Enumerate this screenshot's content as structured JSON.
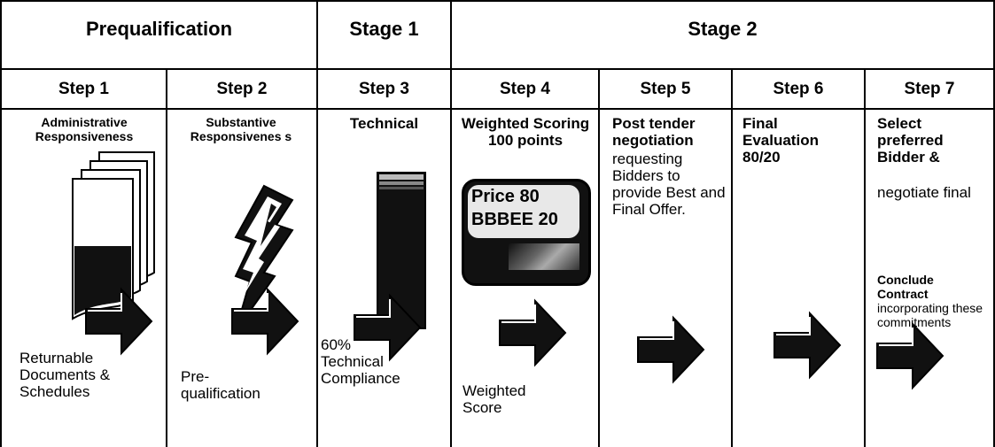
{
  "phases": {
    "prequalification": "Prequalification",
    "stage1": "Stage 1",
    "stage2": "Stage 2"
  },
  "steps": [
    {
      "label": "Step 1",
      "heading": "Administrative Responsiveness",
      "footer": "Returnable Documents &\nSchedules"
    },
    {
      "label": "Step 2",
      "heading": "Substantive Responsivenes s",
      "footer": "Pre-\nqualification"
    },
    {
      "label": "Step 3",
      "heading": "Technical",
      "footer": "60%\nTechnical\nCompliance"
    },
    {
      "label": "Step 4",
      "heading": "Weighted Scoring 100 points",
      "footer": "Weighted\nScore",
      "box_lines": [
        "Price 80",
        "BBBEE 20"
      ]
    },
    {
      "label": "Step 5",
      "heading_bold": "Post tender negotiation",
      "body": "requesting Bidders to provide Best and Final Offer."
    },
    {
      "label": "Step 6",
      "heading": "Final Evaluation 80/20"
    },
    {
      "label": "Step 7",
      "heading": "Select preferred Bidder &",
      "body": "negotiate final",
      "sub_bold": "Conclude Contract",
      "sub_body": "incorporating these commitments"
    }
  ],
  "colors": {
    "line": "#000000",
    "arrow_fill": "#111111",
    "arrow_highlight": "#ffffff"
  }
}
